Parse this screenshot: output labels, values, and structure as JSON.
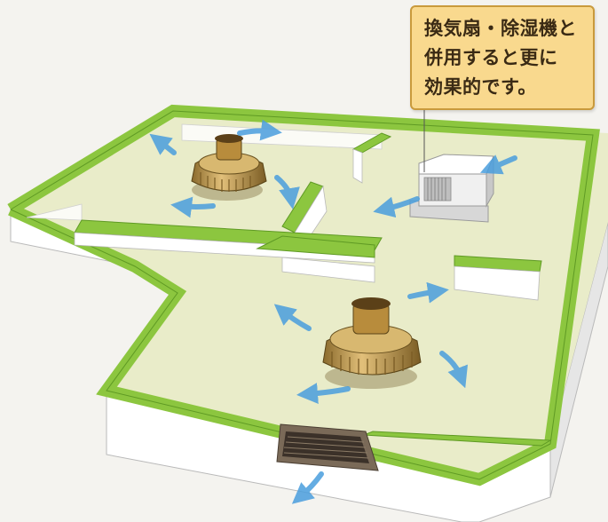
{
  "callout": {
    "lines": [
      "換気扇・除湿機と",
      "併用すると更に",
      "効果的です。"
    ]
  },
  "colors": {
    "floor": "#e9ecc9",
    "wall_top": "#8cc63f",
    "wall_side": "#ffffff",
    "wall_shadow": "#d9d9d9",
    "airflow_arrow": "#5aa9e2",
    "fan_body": "#c9a35a",
    "callout_bg": "#f9d98e",
    "callout_border": "#c99a3c"
  },
  "icons": {
    "fan_top": "circulator-fan-icon",
    "fan_bottom": "circulator-fan-icon",
    "dehumidifier": "dehumidifier-icon",
    "vent": "exhaust-vent-icon",
    "arrows": "airflow-arrow-icon"
  }
}
